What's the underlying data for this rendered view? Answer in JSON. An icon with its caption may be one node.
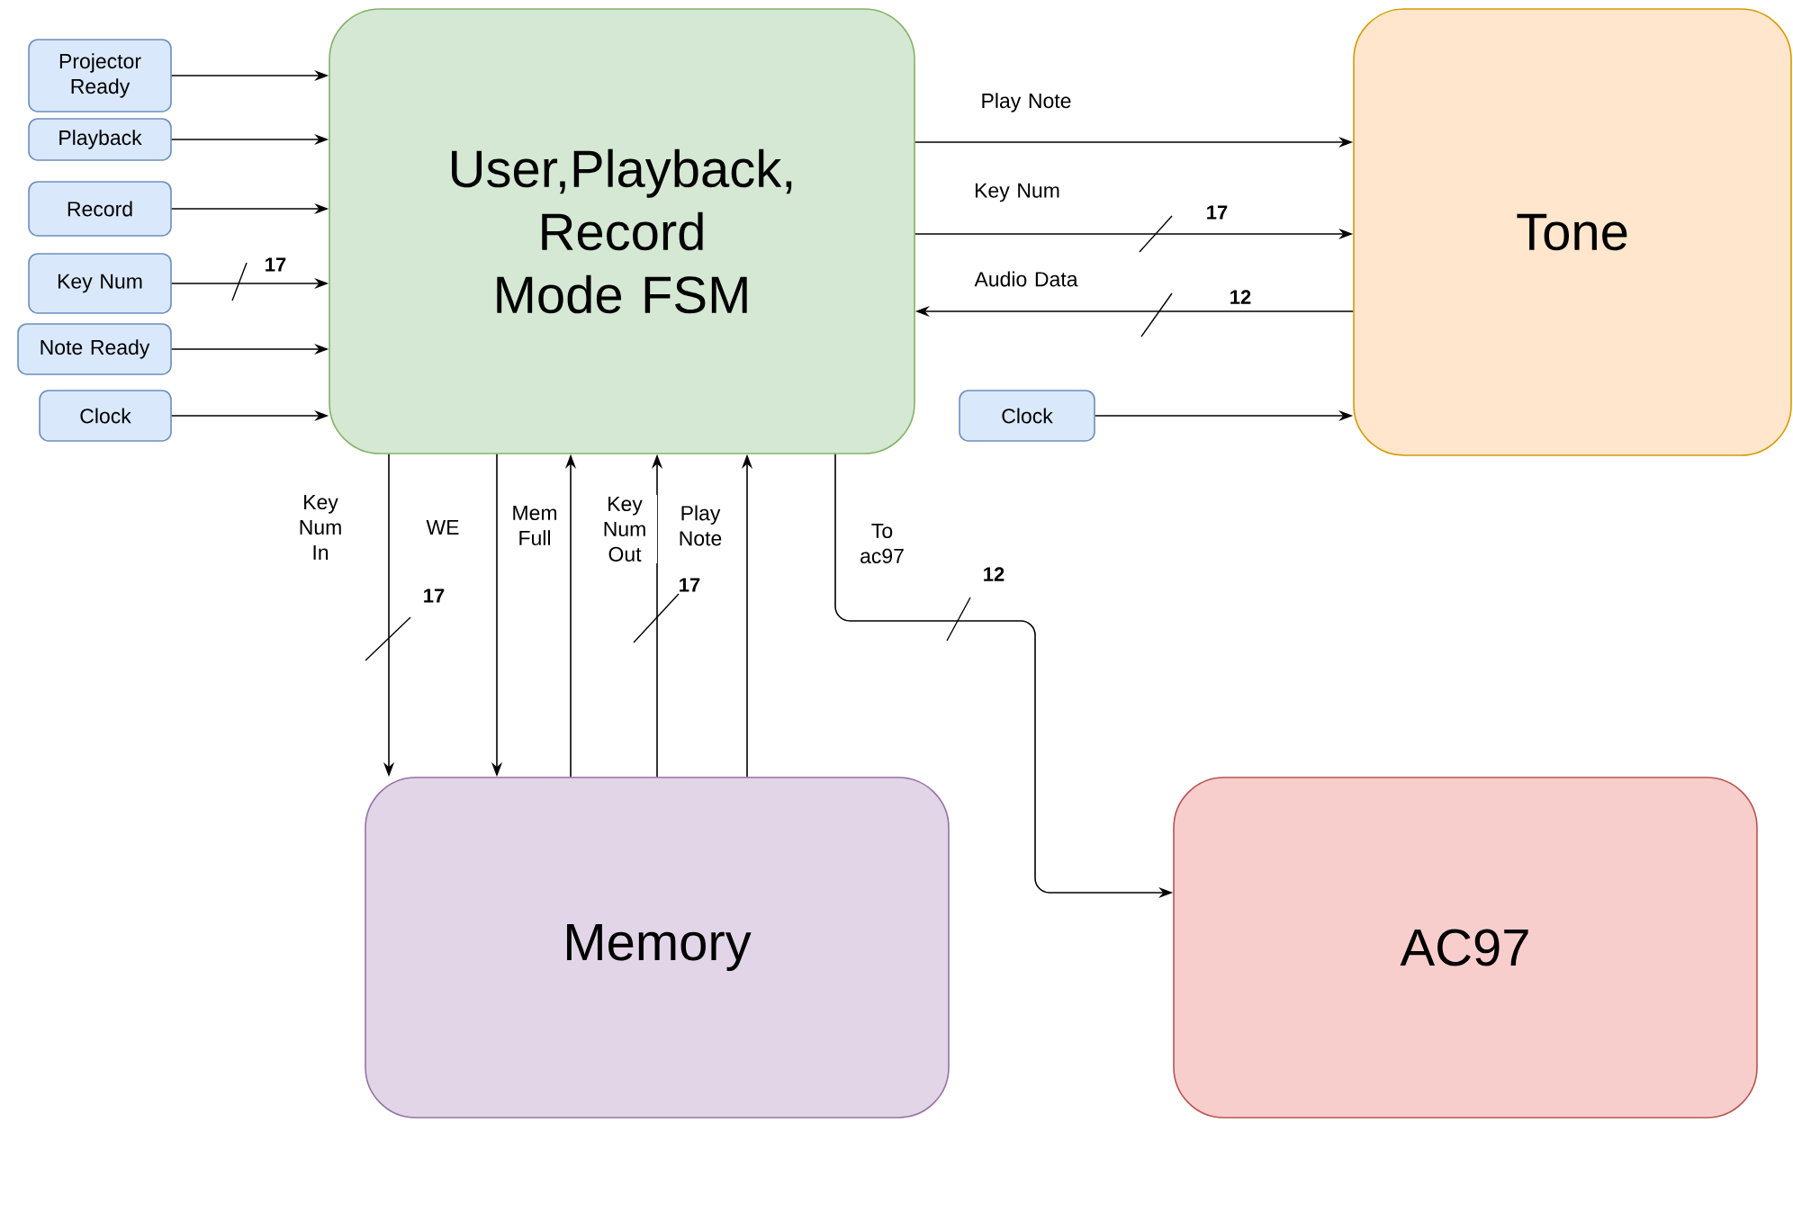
{
  "diagram": {
    "nodes": [
      {
        "text": [
          "User,Playback, Record Mode FSM"
        ]
      },
      {
        "text": [
          "Projector Ready"
        ]
      },
      {
        "text": [
          "Playback"
        ]
      },
      {
        "text": [
          "Record"
        ]
      },
      {
        "text": [
          "Key Num"
        ]
      },
      {
        "text": [
          "Note Ready"
        ]
      },
      {
        "text": [
          "Clock"
        ]
      },
      {
        "text": [
          "Tone"
        ]
      },
      {
        "text": [
          "Clock"
        ]
      },
      {
        "text": [
          "Memory"
        ]
      },
      {
        "text": [
          "AC97"
        ]
      }
    ],
    "edges": [
      {
        "from": 1,
        "to": 0,
        "arrow": "to"
      },
      {
        "from": 2,
        "to": 0,
        "arrow": "to"
      },
      {
        "from": 3,
        "to": 0,
        "arrow": "to"
      },
      {
        "from": 4,
        "to": 0,
        "arrow": "to"
      },
      {
        "from": 5,
        "to": 0,
        "arrow": "to"
      },
      {
        "from": 6,
        "to": 0,
        "arrow": "to"
      },
      {
        "from": 0,
        "to": 7,
        "arrow": "to",
        "label": "Play Note"
      },
      {
        "from": 0,
        "to": 7,
        "arrow": "to",
        "label": "Key Num"
      },
      {
        "from": 7,
        "to": 0,
        "arrow": "to",
        "label": "Audio Data"
      },
      {
        "from": 8,
        "to": 7,
        "arrow": "to"
      },
      {
        "from": 0,
        "to": 9,
        "arrow": "to",
        "label": "Key Num In"
      },
      {
        "from": 0,
        "to": 9,
        "arrow": "to",
        "label": "WE"
      },
      {
        "from": 9,
        "to": 0,
        "arrow": "to",
        "label": "Mem Full"
      },
      {
        "from": 9,
        "to": 0,
        "arrow": "to",
        "label": "Key Num Out"
      },
      {
        "from": 9,
        "to": 0,
        "arrow": "to",
        "label": "Play Note"
      },
      {
        "from": 0,
        "to": 10,
        "arrow": "to",
        "label": "To ac97"
      }
    ],
    "labels": [
      "17",
      "17",
      "12",
      "17",
      "17",
      "12"
    ]
  }
}
